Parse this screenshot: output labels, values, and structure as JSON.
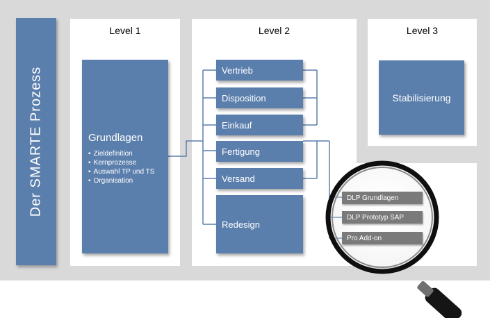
{
  "sidebar": {
    "title": "Der SMARTE Prozess"
  },
  "levels": {
    "level1": "Level 1",
    "level2": "Level 2",
    "level3": "Level 3"
  },
  "grundlagen": {
    "title": "Grundlagen",
    "items": [
      "Zieldefinition",
      "Kernprozesse",
      "Auswahl TP und TS",
      "Organisation"
    ]
  },
  "level2_items": [
    "Vertrieb",
    "Disposition",
    "Einkauf",
    "Fertigung",
    "Versand",
    "Redesign"
  ],
  "level3_item": "Stabilisierung",
  "zoom_items": [
    "DLP Grundlagen",
    "DLP Prototyp SAP",
    "Pro Add-on"
  ],
  "colors": {
    "blue": "#5b7fad",
    "gray_band": "#d9d9d9",
    "tag_gray": "#7a7a7a",
    "line": "#5b7fad"
  },
  "icons": {
    "magnifier": "magnifying-glass-icon"
  }
}
